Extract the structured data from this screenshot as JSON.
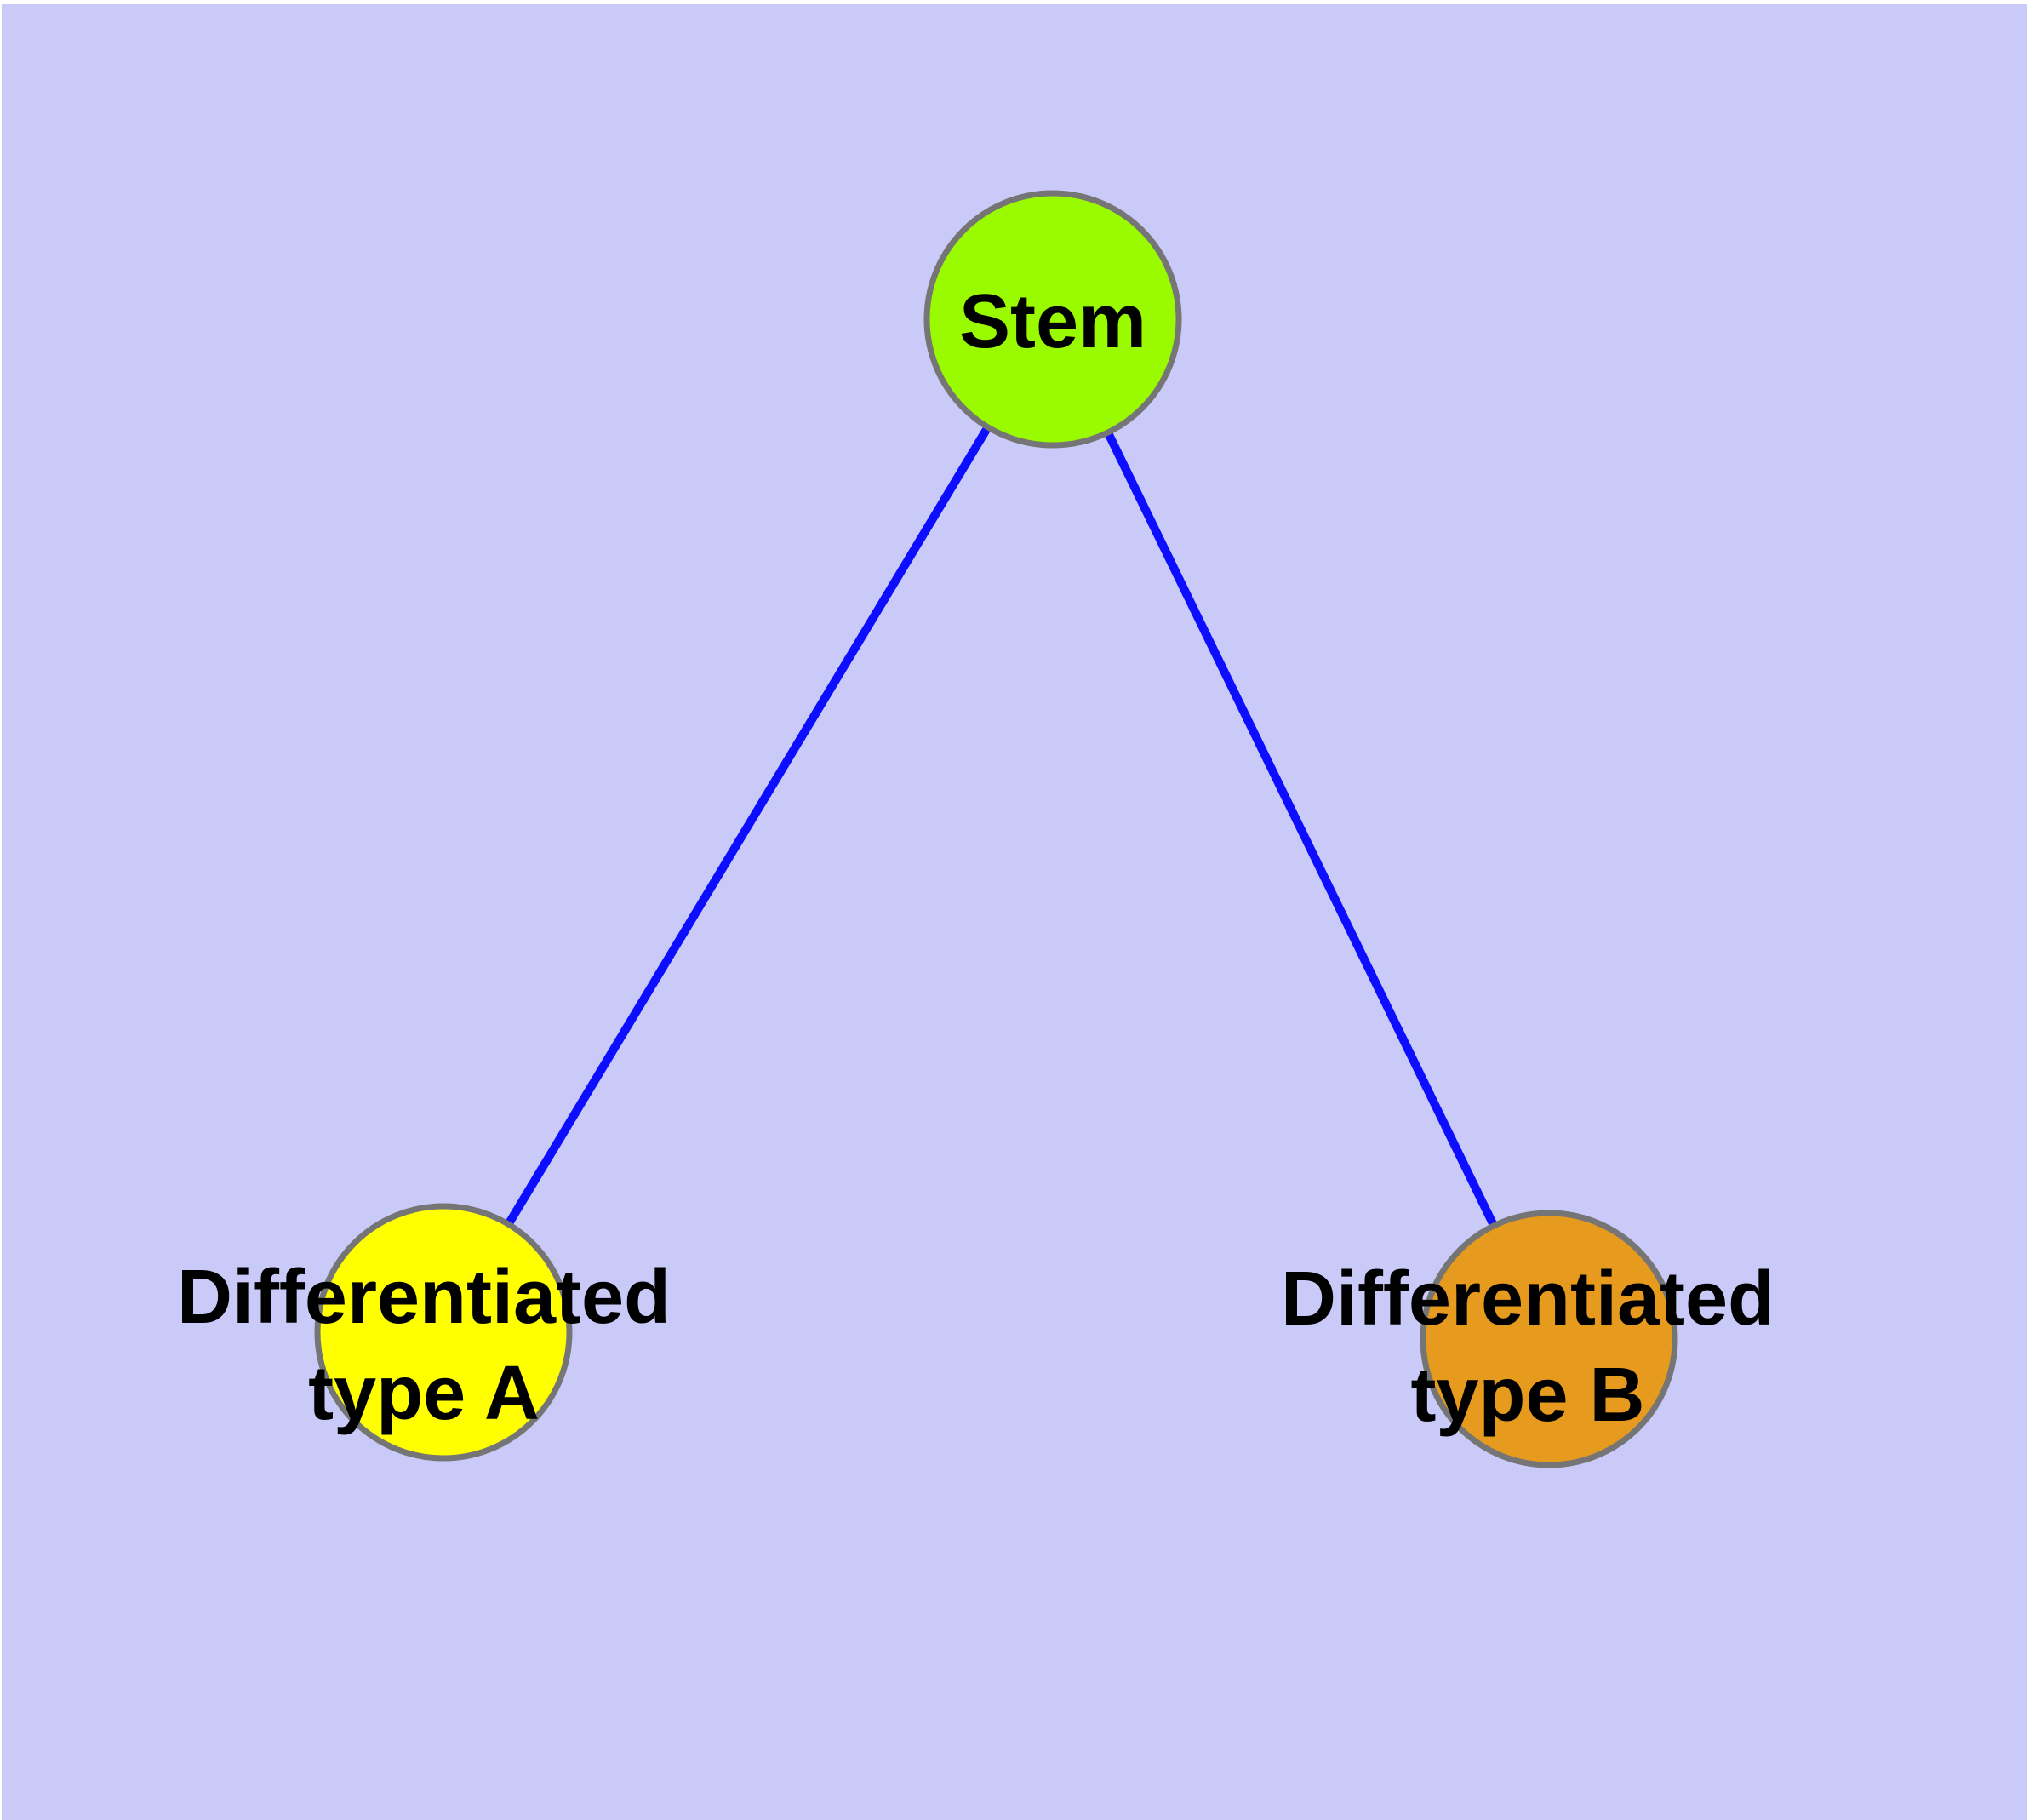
{
  "diagram": {
    "kind": "node-link-graph",
    "node_count": 3,
    "edge_count": 2
  },
  "colors": {
    "page_margin": "#FFFFFF",
    "background": "#CACAF8",
    "edge": "#0D0DFF",
    "node_border": "#757575",
    "label_text": "#000000"
  },
  "nodes": {
    "stem": {
      "label": "Stem",
      "fill": "#9AFA00"
    },
    "type_a": {
      "label_line1": "Differentiated",
      "label_line2": "type A",
      "fill": "#FFFF00"
    },
    "type_b": {
      "label_line1": "Differentiated",
      "label_line2": "type B",
      "fill": "#E69A1E"
    }
  },
  "edges": {
    "stem_to_a": {
      "from": "Stem",
      "to": "Differentiated type A"
    },
    "stem_to_b": {
      "from": "Stem",
      "to": "Differentiated type B"
    }
  }
}
